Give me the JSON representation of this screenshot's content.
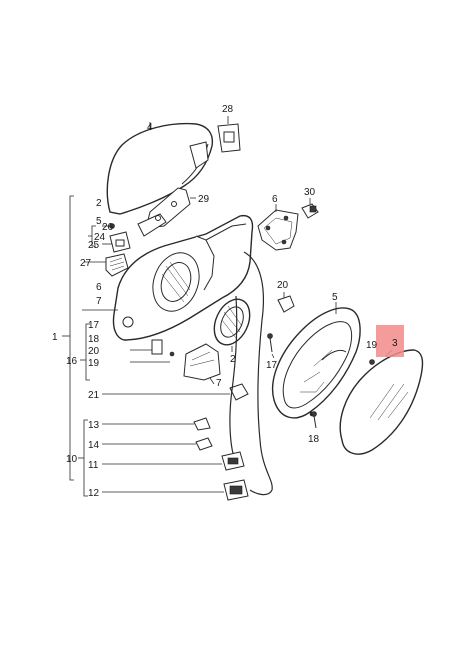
{
  "callouts": {
    "c28": "28",
    "c4": "4",
    "c29": "29",
    "c6a": "6",
    "c30": "30",
    "c2a": "2",
    "c5a": "5",
    "c24": "24",
    "c26": "26",
    "c25": "25",
    "c27": "27",
    "c6b": "6",
    "c7a": "7",
    "c1": "1",
    "c17a": "17",
    "c18a": "18",
    "c16": "16",
    "c20a": "20",
    "c19a": "19",
    "c2b": "2",
    "c7b": "7",
    "c21": "21",
    "c13": "13",
    "c14": "14",
    "c10": "10",
    "c11": "11",
    "c12": "12",
    "c20b": "20",
    "c17b": "17",
    "c5b": "5",
    "c19b": "19",
    "c3": "3",
    "c18b": "18"
  },
  "highlight_color": "#f28b8b"
}
